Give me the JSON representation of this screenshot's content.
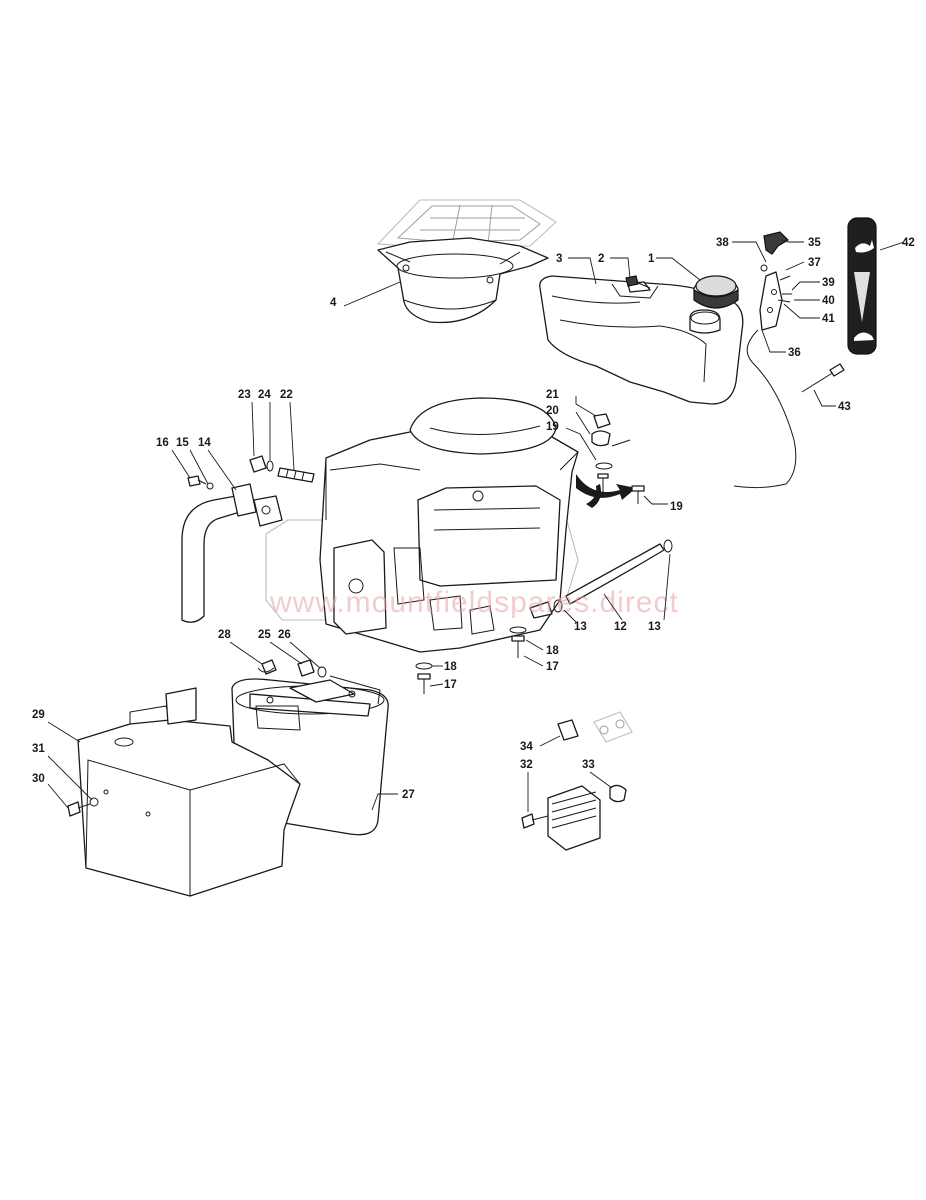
{
  "watermark": "www.mountfieldspares.direct",
  "colors": {
    "line": "#1a1a1a",
    "faint_line": "#bdbdbd",
    "watermark": "#e8a4a4",
    "decal": "#1f1f1f"
  },
  "decal_icons": [
    "hare-icon",
    "tortoise-icon"
  ],
  "part_numbers": {
    "p1": "1",
    "p2": "2",
    "p3": "3",
    "p4": "4",
    "p12": "12",
    "p13a": "13",
    "p13b": "13",
    "p14": "14",
    "p15": "15",
    "p16": "16",
    "p17a": "17",
    "p17b": "17",
    "p18a": "18",
    "p18b": "18",
    "p19a": "19",
    "p19b": "19",
    "p20": "20",
    "p21": "21",
    "p22": "22",
    "p23": "23",
    "p24": "24",
    "p25": "25",
    "p26": "26",
    "p27": "27",
    "p28": "28",
    "p29": "29",
    "p30": "30",
    "p31": "31",
    "p32": "32",
    "p33": "33",
    "p34": "34",
    "p35": "35",
    "p36": "36",
    "p37": "37",
    "p38": "38",
    "p39": "39",
    "p40": "40",
    "p41": "41",
    "p42": "42",
    "p43": "43"
  }
}
